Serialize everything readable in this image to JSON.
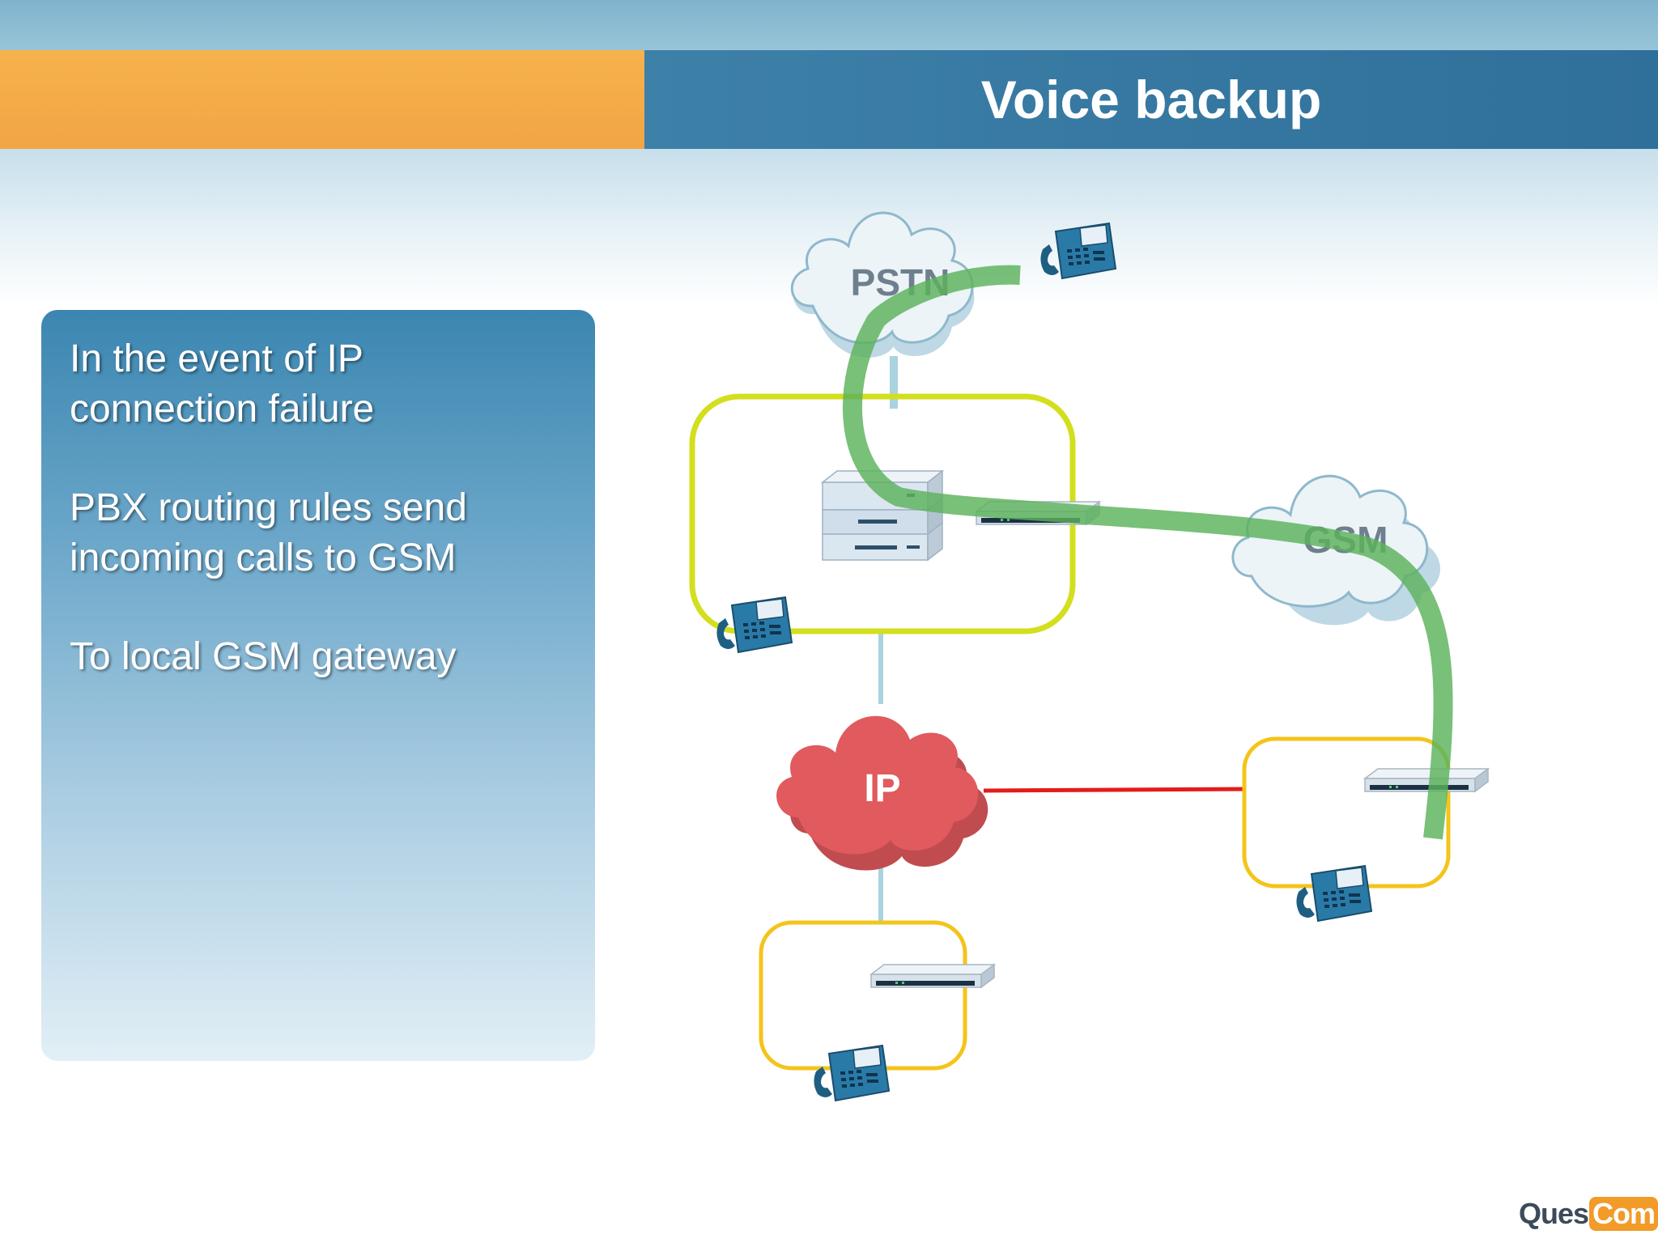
{
  "slide": {
    "title": "Voice backup"
  },
  "panel": {
    "lines": [
      "In the event of IP",
      "connection failure",
      "PBX routing rules send",
      "incoming calls to GSM",
      "To local GSM gateway"
    ]
  },
  "diagram": {
    "clouds": {
      "pstn": "PSTN",
      "gsm": "GSM",
      "ip": "IP"
    }
  },
  "logo": {
    "part1": "Ques",
    "part2": "Com"
  },
  "colors": {
    "orange": "#f4ad4a",
    "title_blue": "#37789f",
    "green_path": "#5cb25c",
    "ip_cloud": "#e05a5e",
    "failed_link": "#e41b1b",
    "site_main": "#d3df1d",
    "site_remote": "#f4c41b"
  }
}
